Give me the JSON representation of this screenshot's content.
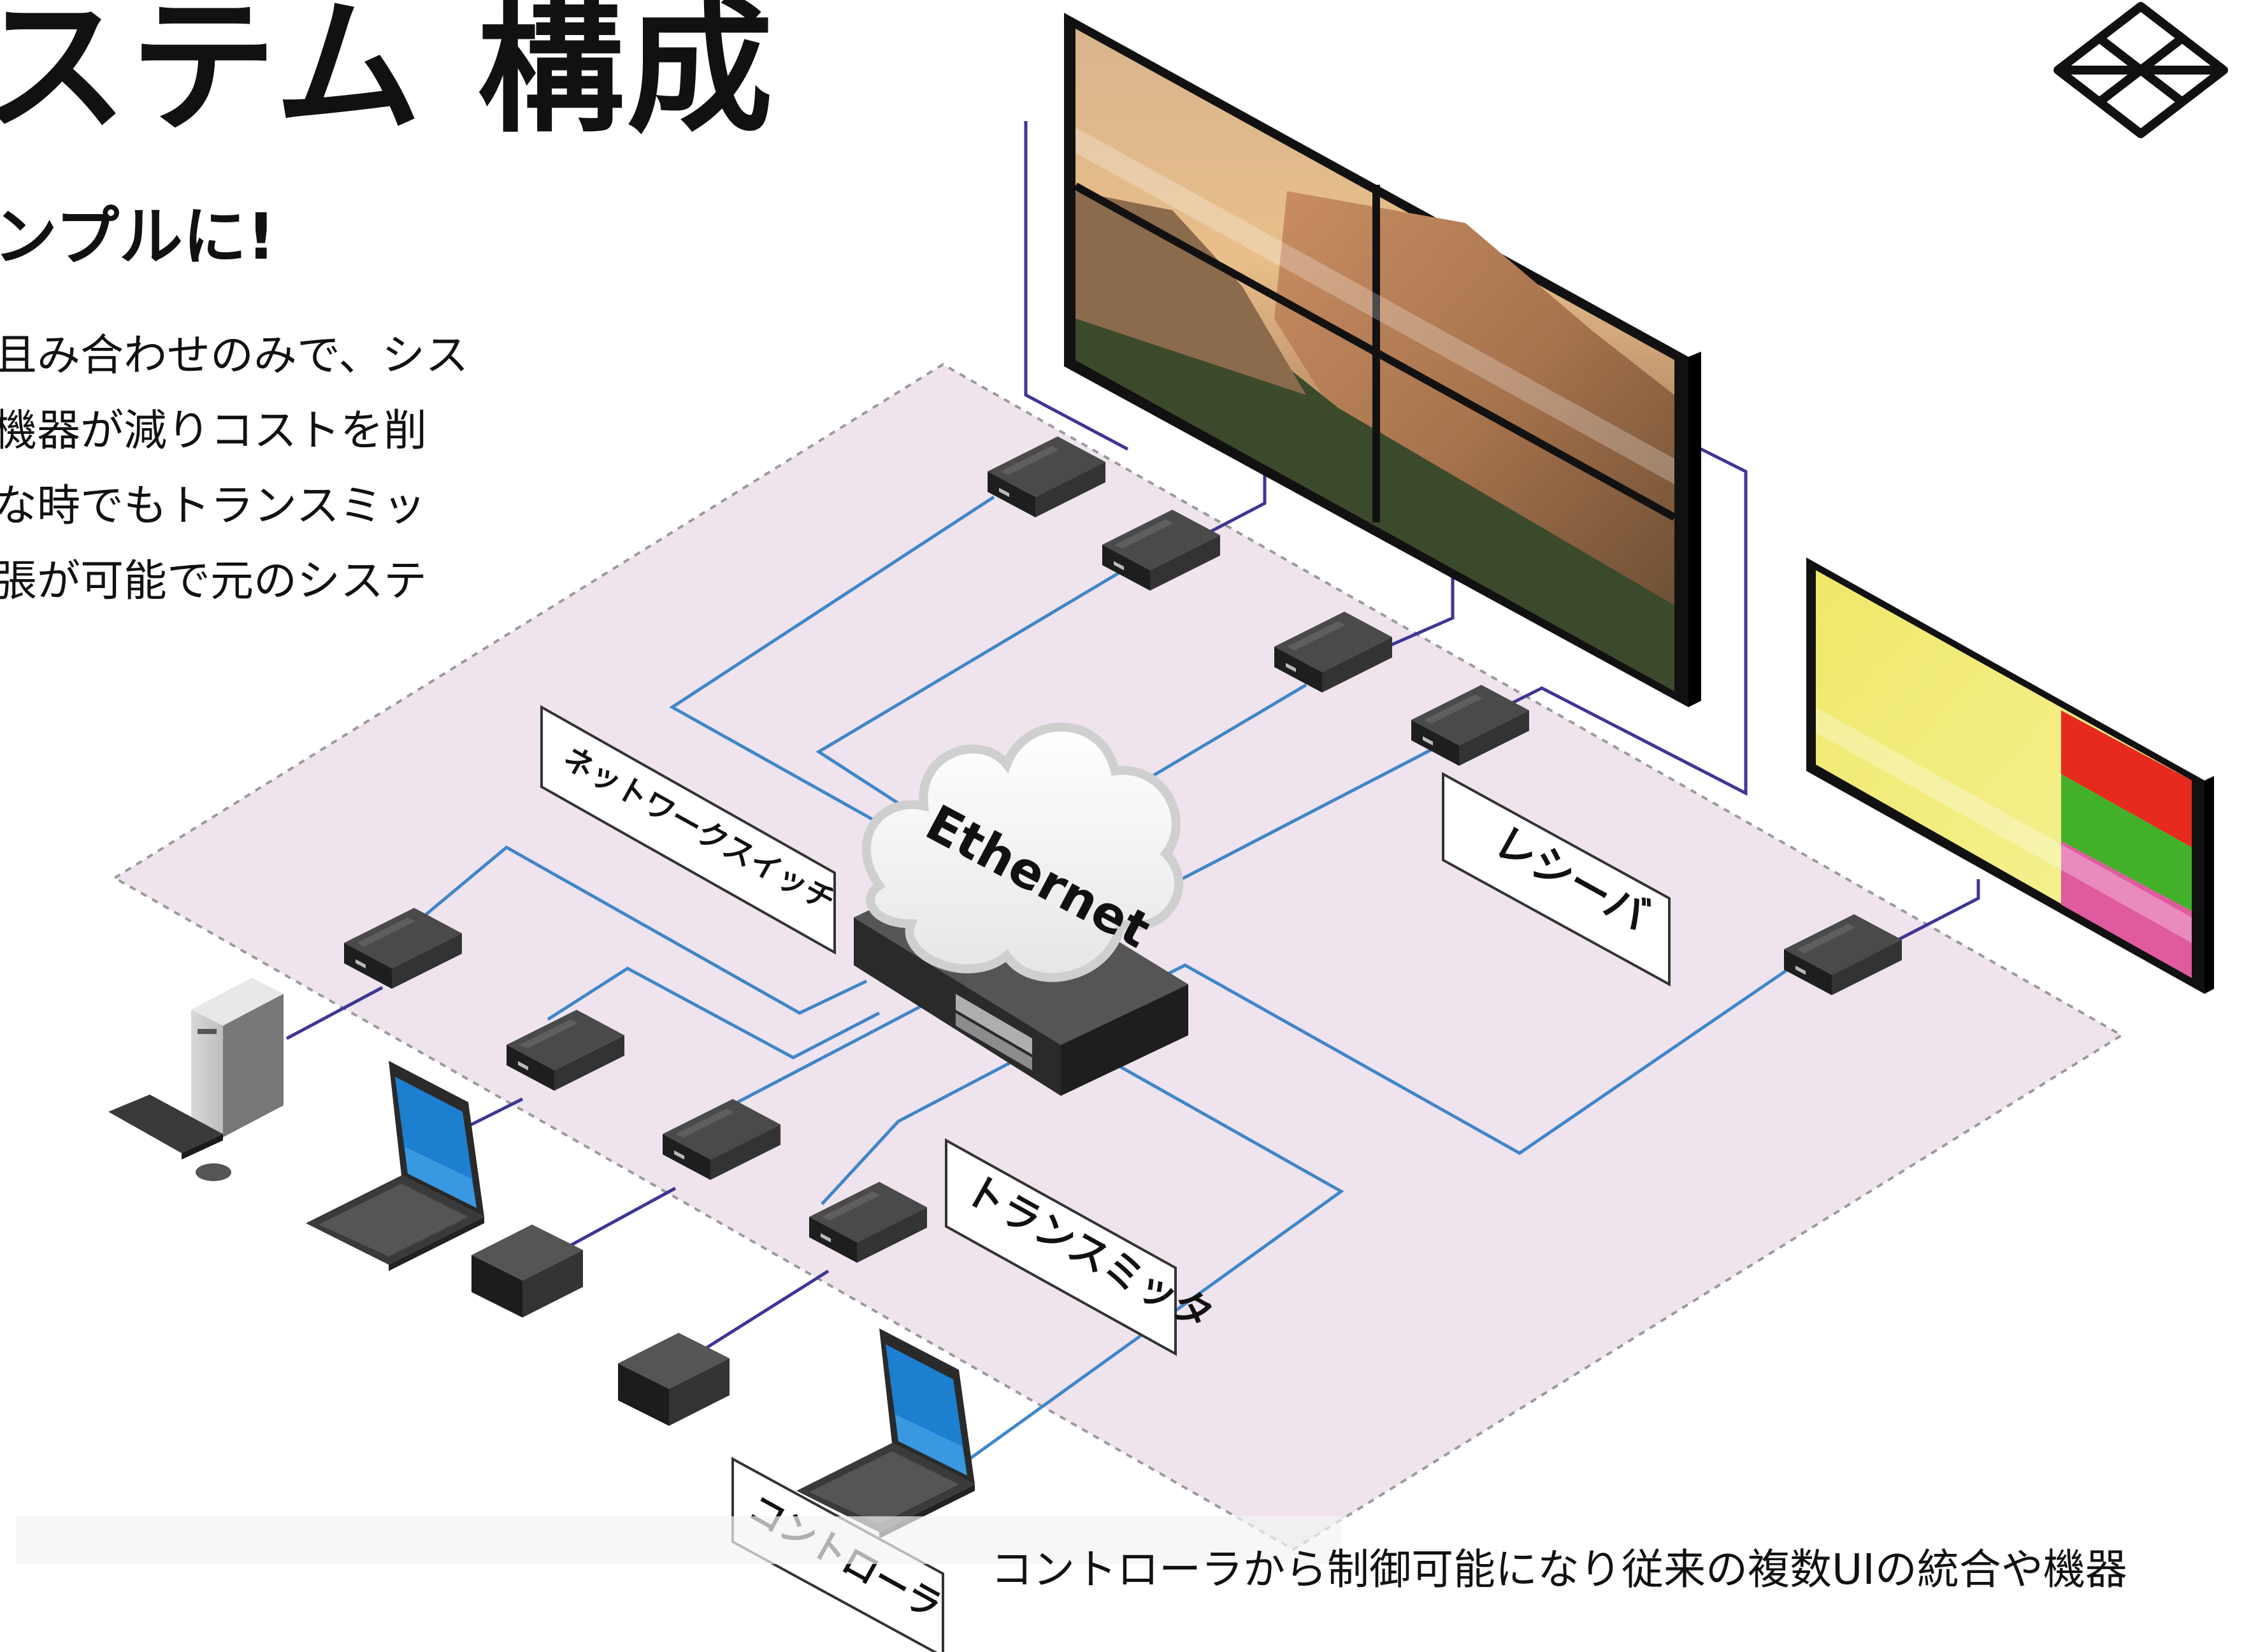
{
  "header": {
    "title": "ステム 構成",
    "subtitle": "ンプルに!"
  },
  "body_lines": [
    "且み合わせのみで、シス",
    "機器が減りコストを削",
    "な時でもトランスミッ",
    "張が可能で元のシステ"
  ],
  "diagram": {
    "cloud_label": "Ethernet",
    "labels": {
      "network_switch": "ネットワークスイッチ",
      "receiver": "レシーバ",
      "transmitter": "トランスミッタ",
      "controller": "コントローラ"
    }
  },
  "footer_text": "コントローラから制御可能になり従来の複数UIの統合や機器",
  "colors": {
    "floor": "#efe3ee",
    "blue_cable": "#3f86c8",
    "purple_cable": "#3e3596",
    "device": "#2b2b2b"
  }
}
